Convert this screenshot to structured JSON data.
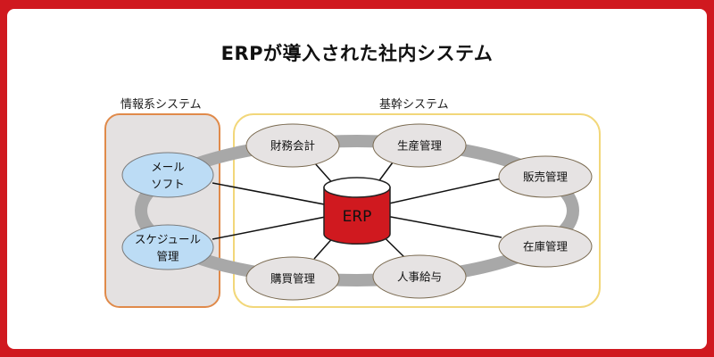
{
  "title": "ERPが導入された社内システム",
  "groups": {
    "info": {
      "label": "情報系システム"
    },
    "core": {
      "label": "基幹システム"
    }
  },
  "center": {
    "label": "ERP",
    "color": "#d0191f"
  },
  "info_nodes": [
    {
      "id": "mail",
      "lines": [
        "メール",
        "ソフト"
      ]
    },
    {
      "id": "schedule",
      "lines": [
        "スケジュール",
        "管理"
      ]
    }
  ],
  "core_nodes": [
    {
      "id": "finance",
      "label": "財務会計"
    },
    {
      "id": "production",
      "label": "生産管理"
    },
    {
      "id": "sales",
      "label": "販売管理"
    },
    {
      "id": "inventory",
      "label": "在庫管理"
    },
    {
      "id": "hr",
      "label": "人事給与"
    },
    {
      "id": "purchasing",
      "label": "購買管理"
    }
  ],
  "colors": {
    "frame": "#d0191f",
    "info_border": "#e08a4a",
    "core_border": "#f2d77a",
    "info_fill": "#e4e1e1",
    "info_node_fill": "#bcdcf5",
    "core_node_fill": "#e6e3e3",
    "ring": "#a8a8a8"
  }
}
